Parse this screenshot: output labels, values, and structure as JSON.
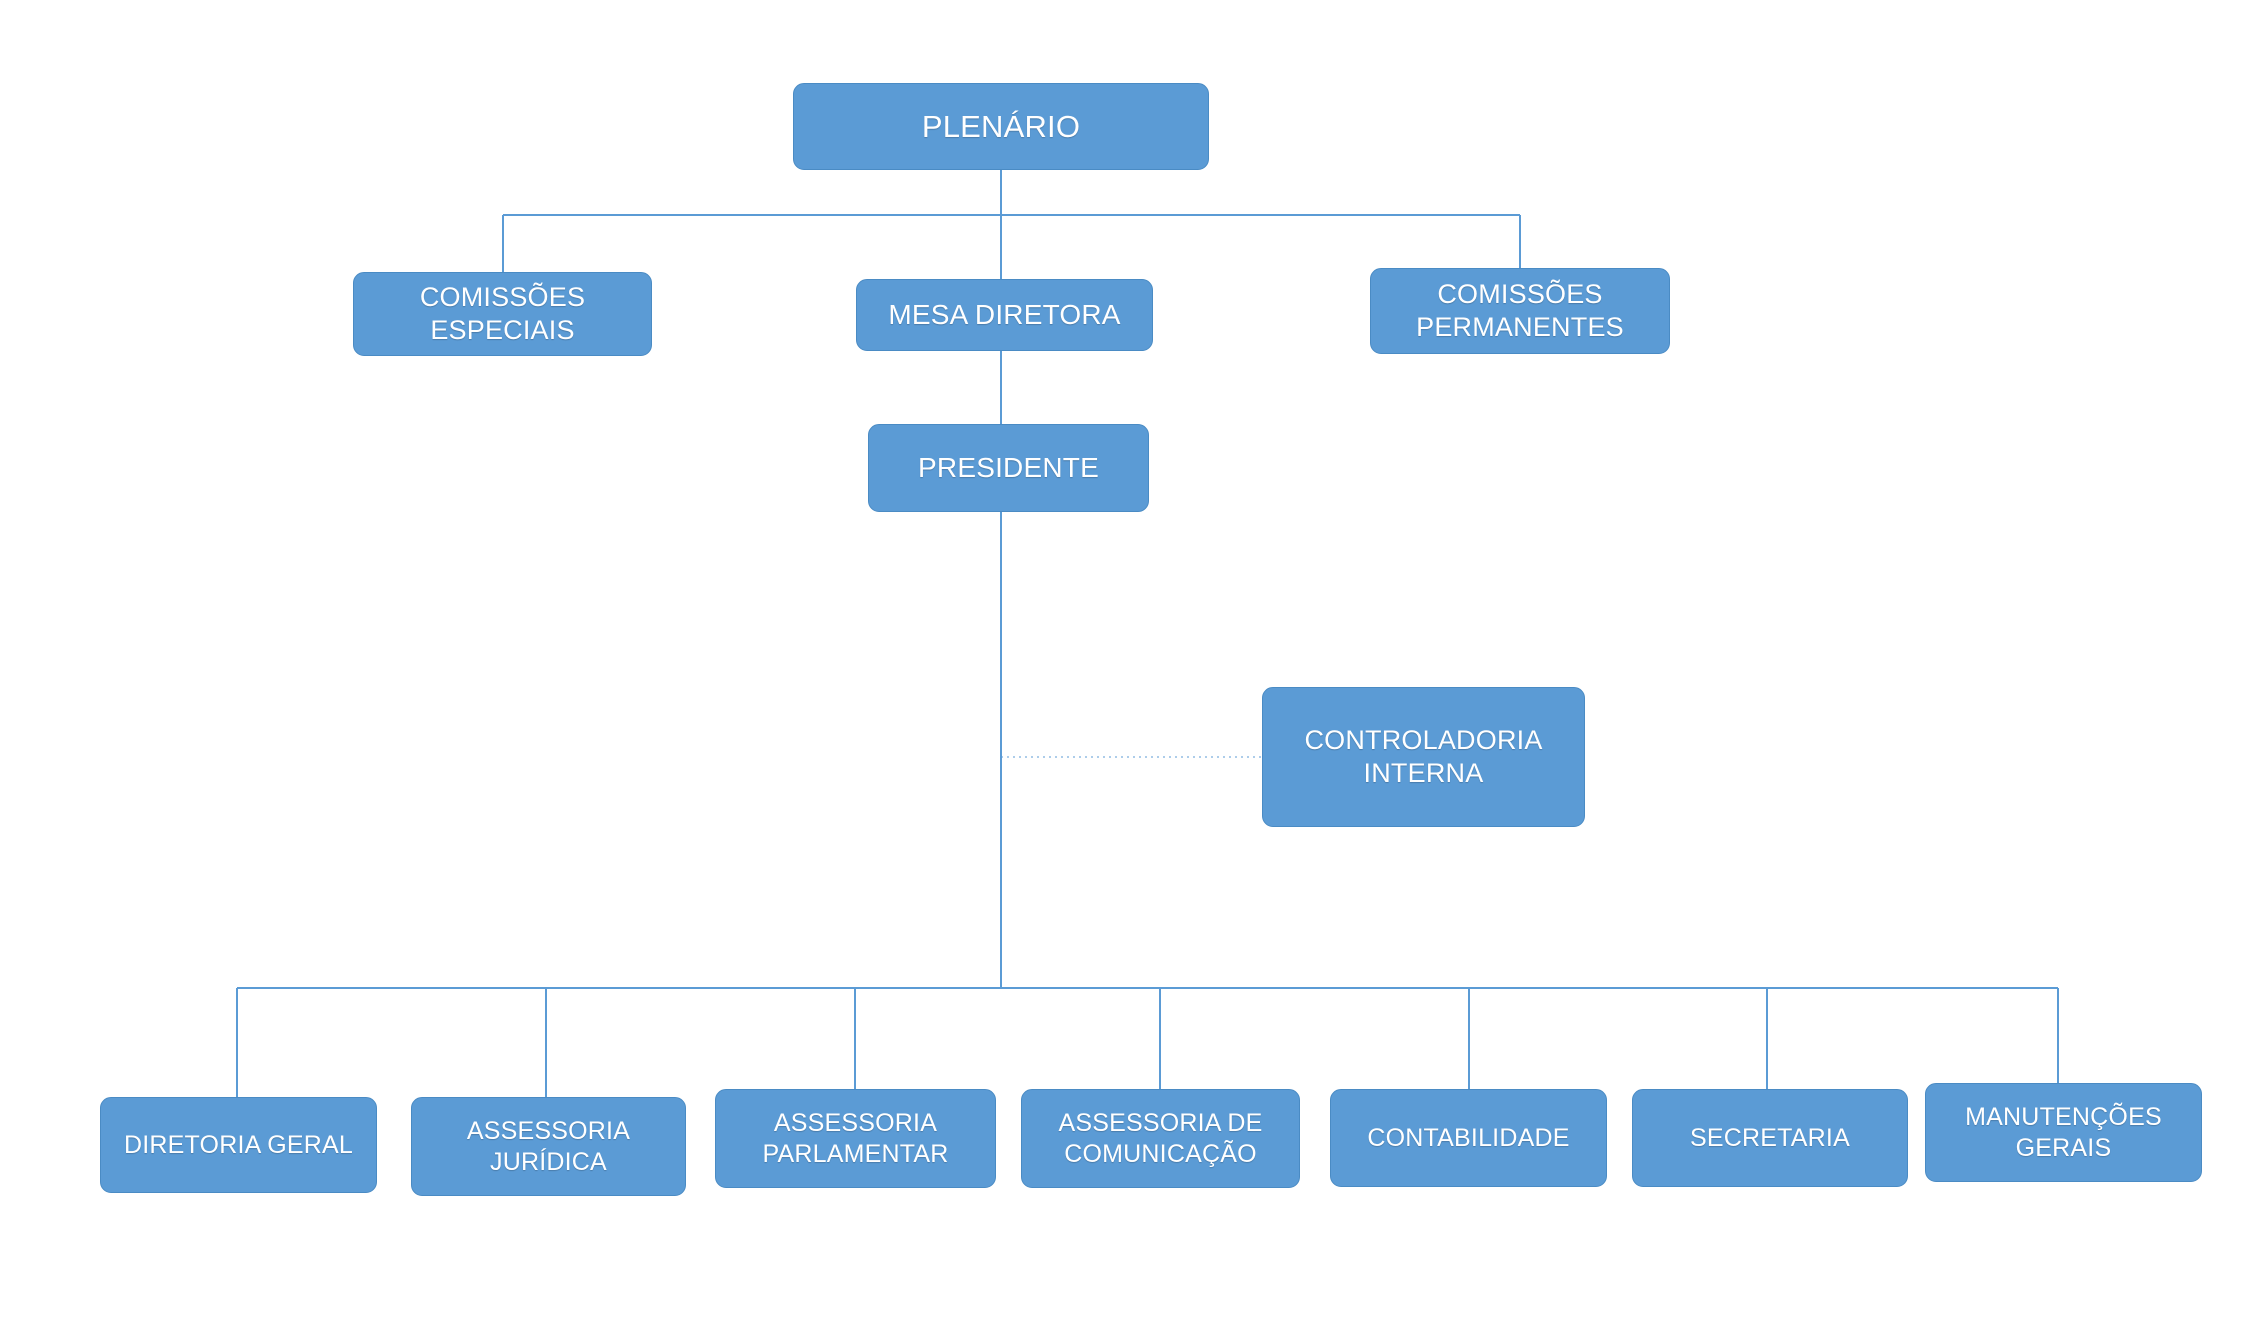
{
  "chart_data": {
    "type": "diagram",
    "diagram_type": "organizational-chart",
    "title": "",
    "language": "pt-BR",
    "background_color": "#ffffff",
    "node_fill_color": "#5b9bd5",
    "node_border_color": "#4a8bc4",
    "node_text_color": "#ffffff",
    "connector_color": "#5b9bd5",
    "levels": [
      {
        "level": 1,
        "labels": [
          "PLENÁRIO"
        ]
      },
      {
        "level": 2,
        "labels": [
          "COMISSÕES ESPECIAIS",
          "MESA DIRETORA",
          "COMISSÕES PERMANENTES"
        ]
      },
      {
        "level": 3,
        "labels": [
          "PRESIDENTE"
        ]
      },
      {
        "level": 4,
        "labels": [
          "CONTROLADORIA INTERNA"
        ]
      },
      {
        "level": 5,
        "labels": [
          "DIRETORIA GERAL",
          "ASSESSORIA JURÍDICA",
          "ASSESSORIA PARLAMENTAR",
          "ASSESSORIA DE COMUNICAÇÃO",
          "CONTABILIDADE",
          "SECRETARIA",
          "MANUTENÇÕES GERAIS"
        ]
      }
    ],
    "edges": [
      {
        "from": "PLENÁRIO",
        "to": "COMISSÕES ESPECIAIS",
        "style": "solid"
      },
      {
        "from": "PLENÁRIO",
        "to": "MESA DIRETORA",
        "style": "solid"
      },
      {
        "from": "PLENÁRIO",
        "to": "COMISSÕES PERMANENTES",
        "style": "solid"
      },
      {
        "from": "MESA DIRETORA",
        "to": "PRESIDENTE",
        "style": "solid"
      },
      {
        "from": "PRESIDENTE",
        "to": "CONTROLADORIA INTERNA",
        "style": "dotted"
      },
      {
        "from": "PRESIDENTE",
        "to": "DIRETORIA GERAL",
        "style": "solid"
      },
      {
        "from": "PRESIDENTE",
        "to": "ASSESSORIA JURÍDICA",
        "style": "solid"
      },
      {
        "from": "PRESIDENTE",
        "to": "ASSESSORIA PARLAMENTAR",
        "style": "solid"
      },
      {
        "from": "PRESIDENTE",
        "to": "ASSESSORIA DE COMUNICAÇÃO",
        "style": "solid"
      },
      {
        "from": "PRESIDENTE",
        "to": "CONTABILIDADE",
        "style": "solid"
      },
      {
        "from": "PRESIDENTE",
        "to": "SECRETARIA",
        "style": "solid"
      },
      {
        "from": "PRESIDENTE",
        "to": "MANUTENÇÕES GERAIS",
        "style": "solid"
      }
    ]
  },
  "nodes": {
    "plenario": {
      "label": "PLENÁRIO"
    },
    "comissoes_especiais": {
      "label": "COMISSÕES\nESPECIAIS"
    },
    "mesa_diretora": {
      "label": "MESA DIRETORA"
    },
    "comissoes_permanentes": {
      "label": "COMISSÕES\nPERMANENTES"
    },
    "presidente": {
      "label": "PRESIDENTE"
    },
    "controladoria": {
      "label": "CONTROLADORIA\nINTERNA"
    },
    "diretoria_geral": {
      "label": "DIRETORIA GERAL"
    },
    "assessoria_juridica": {
      "label": "ASSESSORIA\nJURÍDICA"
    },
    "assessoria_parlamentar": {
      "label": "ASSESSORIA\nPARLAMENTAR"
    },
    "assessoria_comunicacao": {
      "label": "ASSESSORIA DE\nCOMUNICAÇÃO"
    },
    "contabilidade": {
      "label": "CONTABILIDADE"
    },
    "secretaria": {
      "label": "SECRETARIA"
    },
    "manutencoes": {
      "label": "MANUTENÇÕES\nGERAIS"
    }
  }
}
